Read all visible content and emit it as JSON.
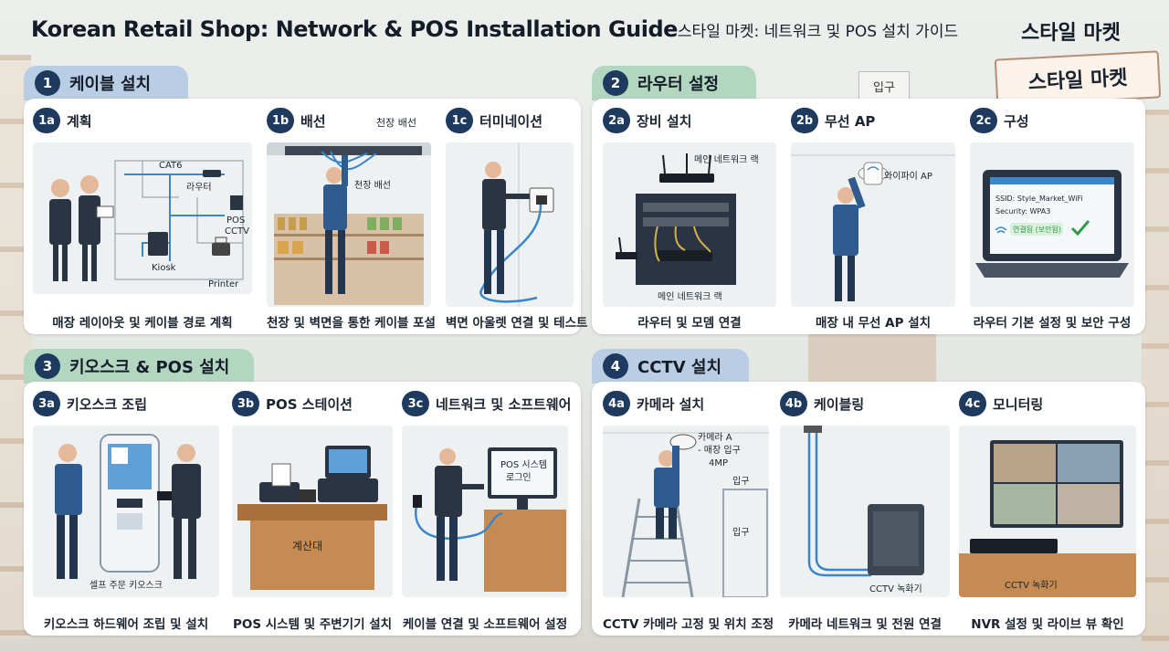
{
  "title": {
    "en": "Korean Retail Shop: Network & POS Installation Guide",
    "ko": "스타일 마켓: 네트워크 및 POS  설치 가이드"
  },
  "brand": "스타일 마켓",
  "background": {
    "sign": "스타일 마켓",
    "entrance": "입구"
  },
  "sections": [
    {
      "num": "1",
      "title": "케이블 설치",
      "steps": [
        {
          "id": "1a",
          "title": "계획",
          "caption": "매장 레이아웃 및 케이블 경로 계획",
          "labels": [
            "CAT6",
            "라우터",
            "POS",
            "CCTV",
            "Kiosk",
            "Printer"
          ]
        },
        {
          "id": "1b",
          "title": "배선",
          "caption": "천장 및 벽면을 통한 케이블 포설",
          "labels": [
            "천장 배선",
            "천장 배선"
          ]
        },
        {
          "id": "1c",
          "title": "터미네이션",
          "caption": "벽면 아울렛 연결 및 테스트",
          "labels": []
        }
      ]
    },
    {
      "num": "2",
      "title": "라우터 설정",
      "steps": [
        {
          "id": "2a",
          "title": "장비 설치",
          "caption": "라우터 및 모뎀 연결",
          "labels": [
            "메인 네트워크 랙",
            "메인 네트워크 랙"
          ]
        },
        {
          "id": "2b",
          "title": "무선 AP",
          "caption": "매장 내 무선 AP 설치",
          "labels": [
            "와이파이 AP"
          ]
        },
        {
          "id": "2c",
          "title": "구성",
          "caption": "라우터 기본 설정 및 보안 구성",
          "labels": [
            "SSID:   Style_Market_WiFi",
            "Security: WPA3",
            "연결됨 (보안됨)"
          ]
        }
      ]
    },
    {
      "num": "3",
      "title": "키오스크 & POS 설치",
      "steps": [
        {
          "id": "3a",
          "title": "키오스크 조립",
          "caption": "키오스크 하드웨어 조립 및 설치",
          "labels": [
            "셀프 주문 키오스크"
          ]
        },
        {
          "id": "3b",
          "title": "POS 스테이션",
          "caption": "POS 시스템 및 주변기기 설치",
          "labels": [
            "계산대"
          ]
        },
        {
          "id": "3c",
          "title": "네트워크 및 소프트웨어",
          "caption": "케이블 연결 및 소프트웨어 설정",
          "labels": [
            "POS 시스템",
            "로그인"
          ]
        }
      ]
    },
    {
      "num": "4",
      "title": "CCTV 설치",
      "steps": [
        {
          "id": "4a",
          "title": "카메라 설치",
          "caption": "CCTV 카메라 고정 및 위치 조정",
          "labels": [
            "카메라 A",
            "- 매장 입구",
            "4MP",
            "입구",
            "입구"
          ]
        },
        {
          "id": "4b",
          "title": "케이블링",
          "caption": "카메라 네트워크 및 전원 연결",
          "labels": [
            "CCTV 녹화기"
          ]
        },
        {
          "id": "4c",
          "title": "모니터링",
          "caption": "NVR 설정 및 라이브 뷰 확인",
          "labels": [
            "CCTV 녹화기"
          ]
        }
      ]
    }
  ],
  "colors": {
    "navy": "#1e3a5f",
    "blue_tab": "#b9cde4",
    "green_tab": "#b3d6c0",
    "cable": "#3a86c8",
    "check": "#2e9b47"
  }
}
